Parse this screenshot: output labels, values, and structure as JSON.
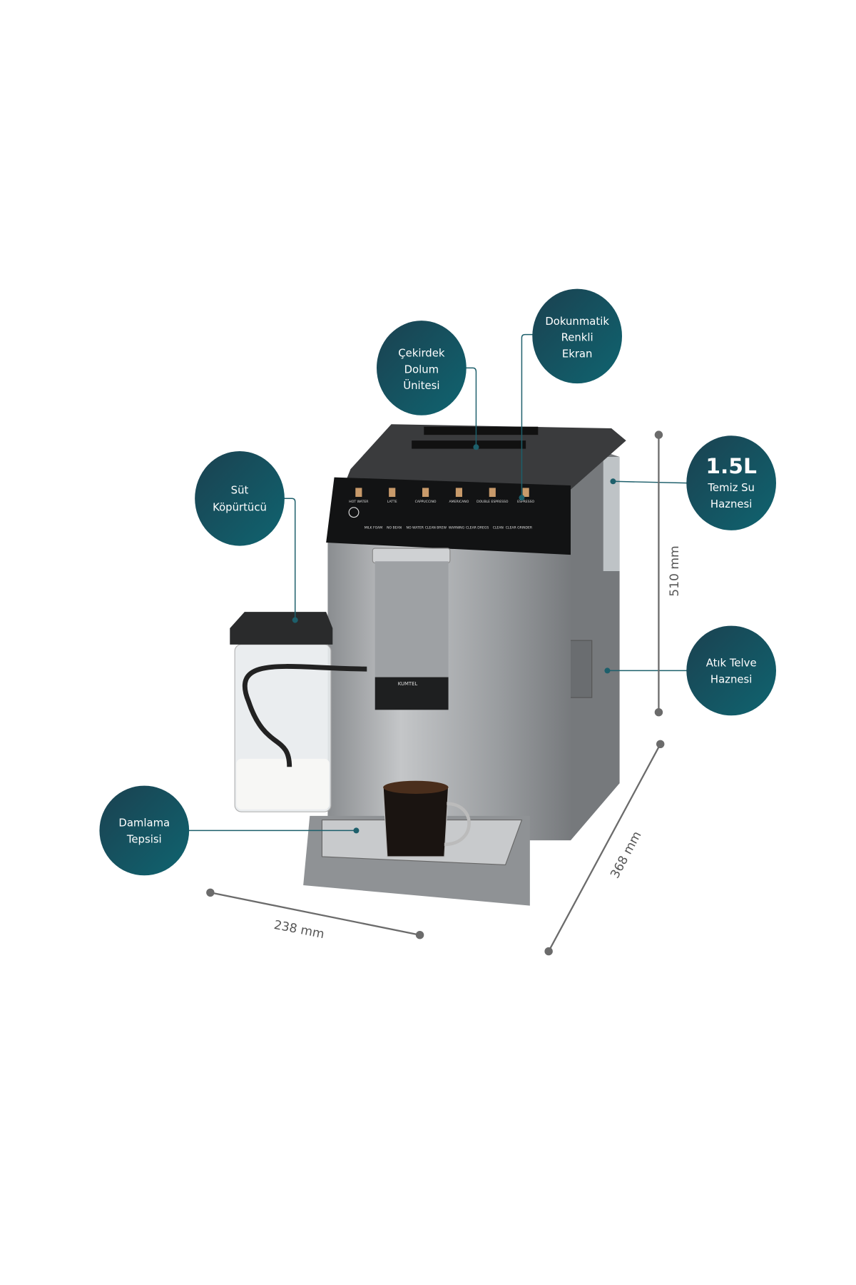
{
  "callouts": {
    "bean_hopper": [
      "Çekirdek",
      "Dolum",
      "Ünitesi"
    ],
    "touch_screen": [
      "Dokunmatik",
      "Renkli",
      "Ekran"
    ],
    "milk_frother": [
      "Süt",
      "Köpürtücü"
    ],
    "water_tank": {
      "capacity": "1.5L",
      "lines": [
        "Temiz Su",
        "Haznesi"
      ]
    },
    "waste_container": [
      "Atık Telve",
      "Haznesi"
    ],
    "drip_tray": [
      "Damlama",
      "Tepsisi"
    ]
  },
  "dimensions": {
    "height": "510 mm",
    "depth": "368 mm",
    "width": "238 mm"
  },
  "panel": {
    "top": [
      "HOT WATER",
      "LATTE",
      "CAPPUCCINO",
      "AMERICANO",
      "DOUBLE ESPRESSO",
      "ESPRESSO"
    ],
    "bottom": [
      "MILK FOAM",
      "NO BEAN",
      "NO WATER",
      "CLEAN BREW",
      "WARNING",
      "CLEAR DREGS",
      "CLEAN",
      "CLEAR GRINDER"
    ]
  },
  "brand": "KUMTEL",
  "colors": {
    "accent": "#135a66",
    "dimension": "#6b6b6b"
  }
}
